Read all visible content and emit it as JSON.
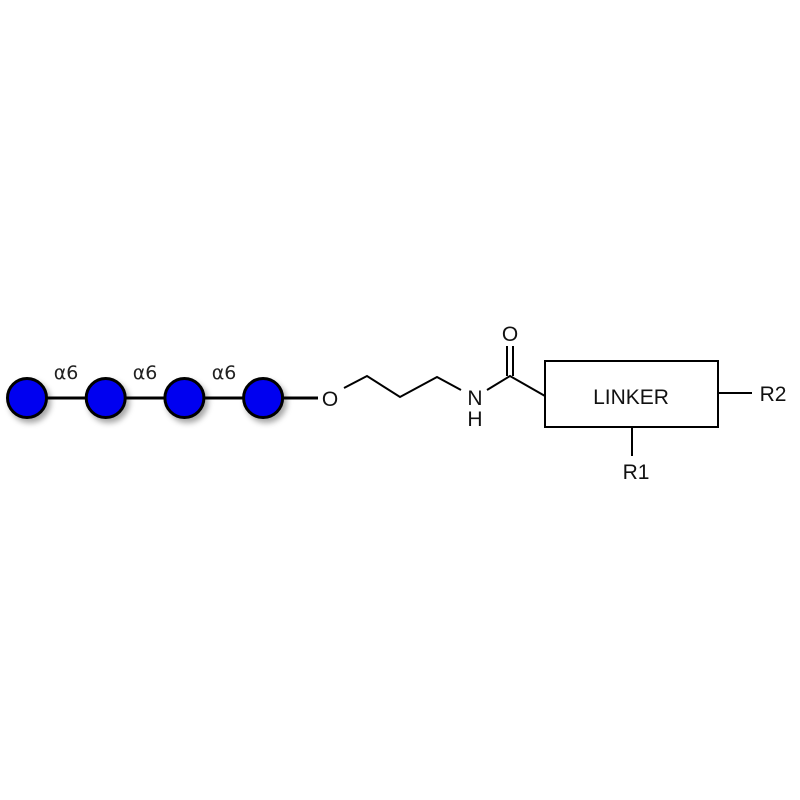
{
  "glycan": {
    "residue_color": "#0000f0",
    "residue_count": 4,
    "linkages": [
      "α6",
      "α6",
      "α6"
    ]
  },
  "chem": {
    "oxygen": "O",
    "nitrogen": "N",
    "hydrogen": "H",
    "carbonyl_oxygen": "O",
    "linker_label": "LINKER",
    "r1": "R1",
    "r2": "R2"
  }
}
